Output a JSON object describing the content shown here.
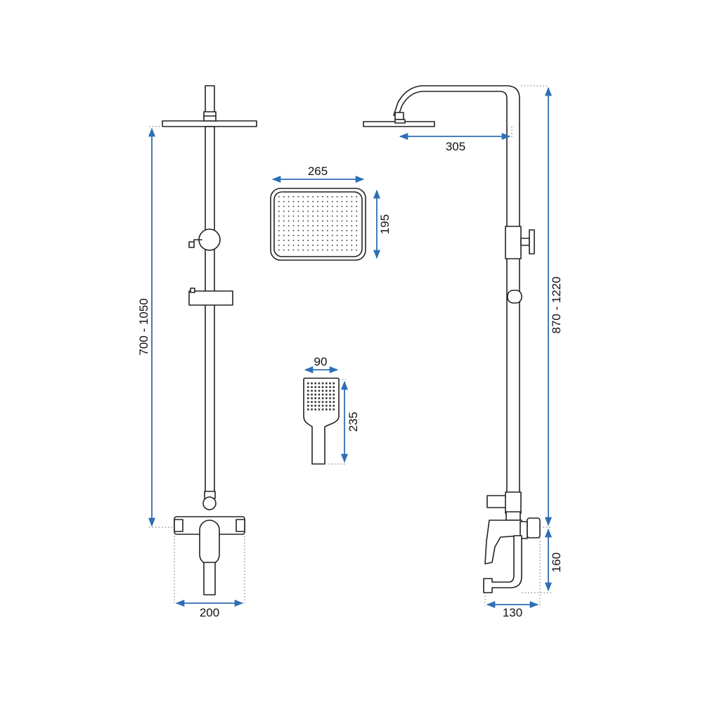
{
  "dimensions": {
    "front_height": "700 - 1050",
    "front_width": "200",
    "head_width": "265",
    "head_depth": "195",
    "hand_width": "90",
    "hand_length": "235",
    "arm_reach": "305",
    "total_height": "870 - 1220",
    "mixer_height": "160",
    "mixer_depth": "130"
  },
  "colors": {
    "dimension_line": "#2e6fb4",
    "outline": "#222222"
  }
}
